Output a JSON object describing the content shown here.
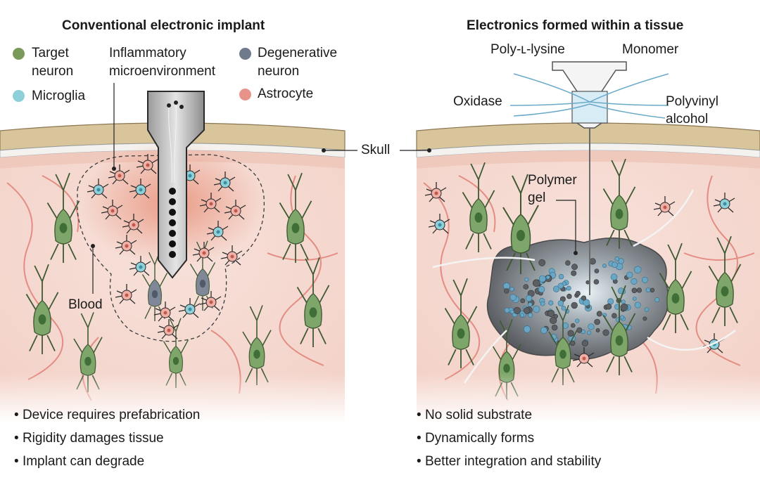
{
  "left_panel": {
    "title": "Conventional electronic implant",
    "legend": [
      {
        "line1": "Target",
        "line2": "neuron",
        "color": "#7a9a5a",
        "icon": "neuron-icon"
      },
      {
        "line1": "Microglia",
        "line2": "",
        "color": "#8ed0d8",
        "icon": "microglia-icon"
      },
      {
        "line1": "Degenerative",
        "line2": "neuron",
        "color": "#6f7a8c",
        "icon": "degenerative-neuron-icon"
      },
      {
        "line1": "Astrocyte",
        "line2": "",
        "color": "#e8938a",
        "icon": "astrocyte-icon"
      }
    ],
    "inflammatory_label": [
      "Inflammatory",
      "microenvironment"
    ],
    "blood_label": "Blood",
    "bullets": [
      "Device requires prefabrication",
      "Rigidity damages tissue",
      "Implant can degrade"
    ]
  },
  "shared": {
    "skull_label": "Skull"
  },
  "right_panel": {
    "title": "Electronics formed within a tissue",
    "reagents": {
      "poly_l_lysine": "Poly-ʟ-lysine",
      "monomer": "Monomer",
      "oxidase": "Oxidase",
      "polyvinyl_alcohol": [
        "Polyvinyl",
        "alcohol"
      ]
    },
    "gel_label": [
      "Polymer",
      "gel"
    ],
    "bullets": [
      "No solid substrate",
      "Dynamically forms",
      "Better integration and stability"
    ]
  },
  "colors": {
    "tissue": "#f6ddd6",
    "vessel": "#e07b72",
    "skull": "#d9c9a3",
    "neuron": "#6f9960",
    "gel": "#6f6f73",
    "bead": "#6aa6c4"
  }
}
